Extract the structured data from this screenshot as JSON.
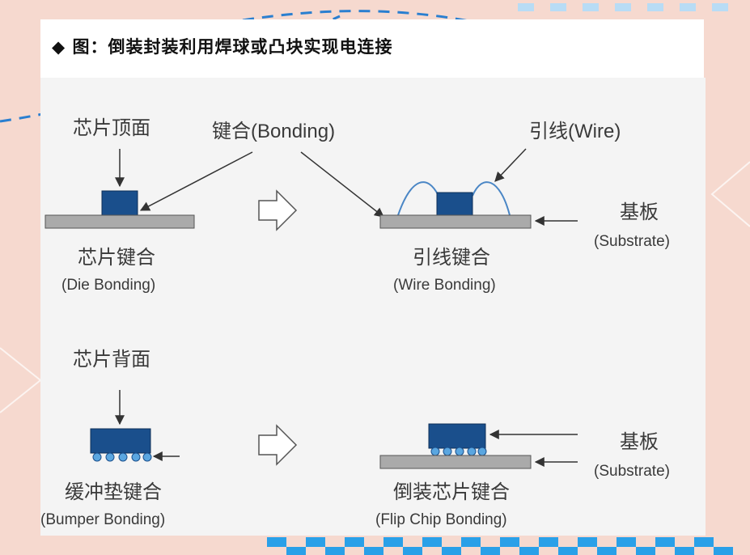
{
  "title": "◆ 图：倒装封装利用焊球或凸块实现电连接",
  "labels": {
    "die_top": "芯片顶面",
    "bonding": "键合(Bonding)",
    "wire": "引线(Wire)",
    "substrate_cn": "基板",
    "substrate_en": "(Substrate)",
    "die_bonding_cn": "芯片键合",
    "die_bonding_en": "(Die Bonding)",
    "wire_bonding_cn": "引线键合",
    "wire_bonding_en": "(Wire Bonding)",
    "die_back": "芯片背面",
    "bumper_bonding_cn": "缓冲垫键合",
    "bumper_bonding_en": "(Bumper Bonding)",
    "flip_chip_cn": "倒装芯片键合",
    "flip_chip_en": "(Flip Chip Bonding)"
  },
  "colors": {
    "chip": "#1a4f8c",
    "substrate": "#aaaaaa",
    "wire": "#4a86c5",
    "bump": "#5aa6e0",
    "arrow": "#333333"
  }
}
